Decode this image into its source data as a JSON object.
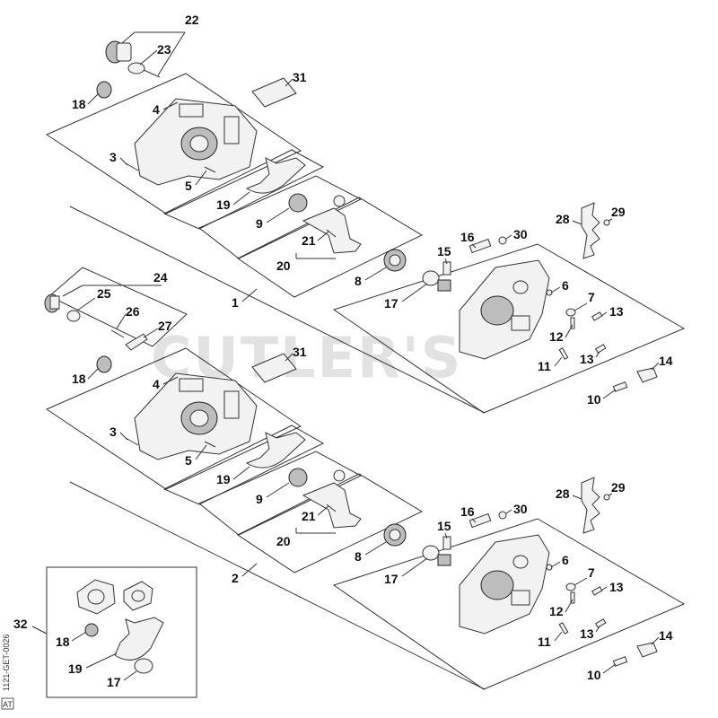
{
  "watermark": "CUTLER'S",
  "side_code": "1121-GET-0026",
  "corner_mark": "AT",
  "labels": {
    "a22": "22",
    "a23": "23",
    "a31": "31",
    "a18": "18",
    "a4": "4",
    "a3": "3",
    "a5": "5",
    "a19": "19",
    "a9": "9",
    "a21": "21",
    "a20": "20",
    "a8": "8",
    "a1": "1",
    "a15": "15",
    "a16": "16",
    "a30": "30",
    "a17": "17",
    "a28": "28",
    "a29": "29",
    "a6": "6",
    "a7": "7",
    "a13": "13",
    "a12": "12",
    "a11": "11",
    "a13b": "13",
    "a14": "14",
    "a10": "10",
    "b24": "24",
    "b25": "25",
    "b26": "26",
    "b27": "27",
    "b18": "18",
    "b31": "31",
    "b4": "4",
    "b3": "3",
    "b5": "5",
    "b19": "19",
    "b9": "9",
    "b21": "21",
    "b20": "20",
    "b8": "8",
    "b2": "2",
    "b15": "15",
    "b16": "16",
    "b30": "30",
    "b17": "17",
    "b28": "28",
    "b29": "29",
    "b6": "6",
    "b7": "7",
    "b13": "13",
    "b12": "12",
    "b11": "11",
    "b13b": "13",
    "b14": "14",
    "b10": "10",
    "c32": "32",
    "c18": "18",
    "c19": "19",
    "c17": "17"
  }
}
